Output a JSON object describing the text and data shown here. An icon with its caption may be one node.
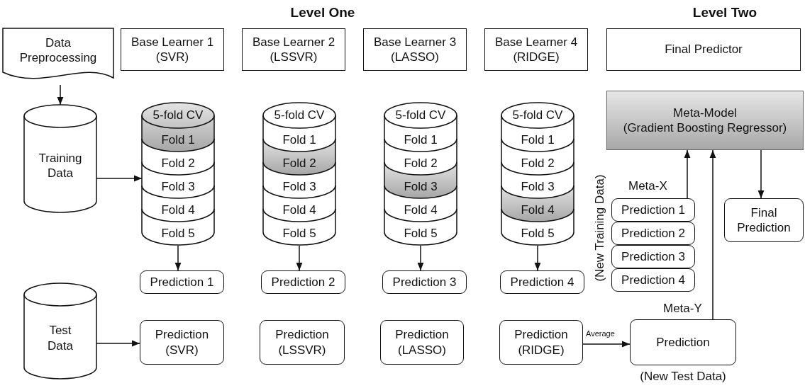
{
  "diagram": {
    "nodes": [
      {
        "text": [
          "Data Preprocessing"
        ]
      },
      {
        "text": [
          "Training Data"
        ]
      },
      {
        "text": [
          "Test Data"
        ]
      },
      {
        "text": [
          "Base Learner 1 (SVR)"
        ]
      },
      {
        "text": [
          "Base Learner 2 (LSSVR)"
        ]
      },
      {
        "text": [
          "Base Learner 3 (LASSO)"
        ]
      },
      {
        "text": [
          "Base Learner 4 (RIDGE)"
        ]
      },
      {
        "text": [
          "Final Predictor"
        ]
      },
      {
        "text": [
          "5-fold CV",
          "Fold 1",
          "Fold 2",
          "Fold 3",
          "Fold 4",
          "Fold 5"
        ]
      },
      {
        "text": [
          "5-fold CV",
          "Fold 1",
          "Fold 2",
          "Fold 3",
          "Fold 4",
          "Fold 5"
        ]
      },
      {
        "text": [
          "5-fold CV",
          "Fold 1",
          "Fold 2",
          "Fold 3",
          "Fold 4",
          "Fold 5"
        ]
      },
      {
        "text": [
          "5-fold CV",
          "Fold 1",
          "Fold 2",
          "Fold 3",
          "Fold 4",
          "Fold 5"
        ]
      },
      {
        "text": [
          "Prediction 1"
        ]
      },
      {
        "text": [
          "Prediction 2"
        ]
      },
      {
        "text": [
          "Prediction 3"
        ]
      },
      {
        "text": [
          "Prediction 4"
        ]
      },
      {
        "text": [
          "Prediction (SVR)"
        ]
      },
      {
        "text": [
          "Prediction (LSSVR)"
        ]
      },
      {
        "text": [
          "Prediction (LASSO)"
        ]
      },
      {
        "text": [
          "Prediction (RIDGE)"
        ]
      },
      {
        "text": [
          "Meta-Model",
          "(Gradient Boosting Regressor)"
        ]
      },
      {
        "text": [
          "Prediction 1"
        ]
      },
      {
        "text": [
          "Prediction 2"
        ]
      },
      {
        "text": [
          "Prediction 3"
        ]
      },
      {
        "text": [
          "Prediction 4"
        ]
      },
      {
        "text": [
          "Final Prediction"
        ]
      },
      {
        "text": [
          "Prediction"
        ],
        "beside": [
          "(New Test Data)"
        ]
      }
    ],
    "edges": [
      {
        "from": 0,
        "to": 1,
        "arrow": "to"
      },
      {
        "from": 1,
        "to": 8,
        "arrow": "to"
      },
      {
        "from": 2,
        "to": 16,
        "arrow": "to"
      },
      {
        "from": 8,
        "to": 12,
        "arrow": "to"
      },
      {
        "from": 9,
        "to": 13,
        "arrow": "to"
      },
      {
        "from": 10,
        "to": 14,
        "arrow": "to"
      },
      {
        "from": 11,
        "to": 15,
        "arrow": "to"
      },
      {
        "from": 19,
        "to": 26,
        "label": "Average",
        "arrow": "to"
      },
      {
        "from": 21,
        "to": 20,
        "label": "Meta-X",
        "arrow": "to"
      },
      {
        "from": 26,
        "to": 20,
        "label": "Meta-Y",
        "arrow": "to"
      },
      {
        "from": 20,
        "to": 25,
        "arrow": "to"
      }
    ],
    "labels": [
      "Level One",
      "Level Two",
      "(New Training Data)"
    ]
  }
}
